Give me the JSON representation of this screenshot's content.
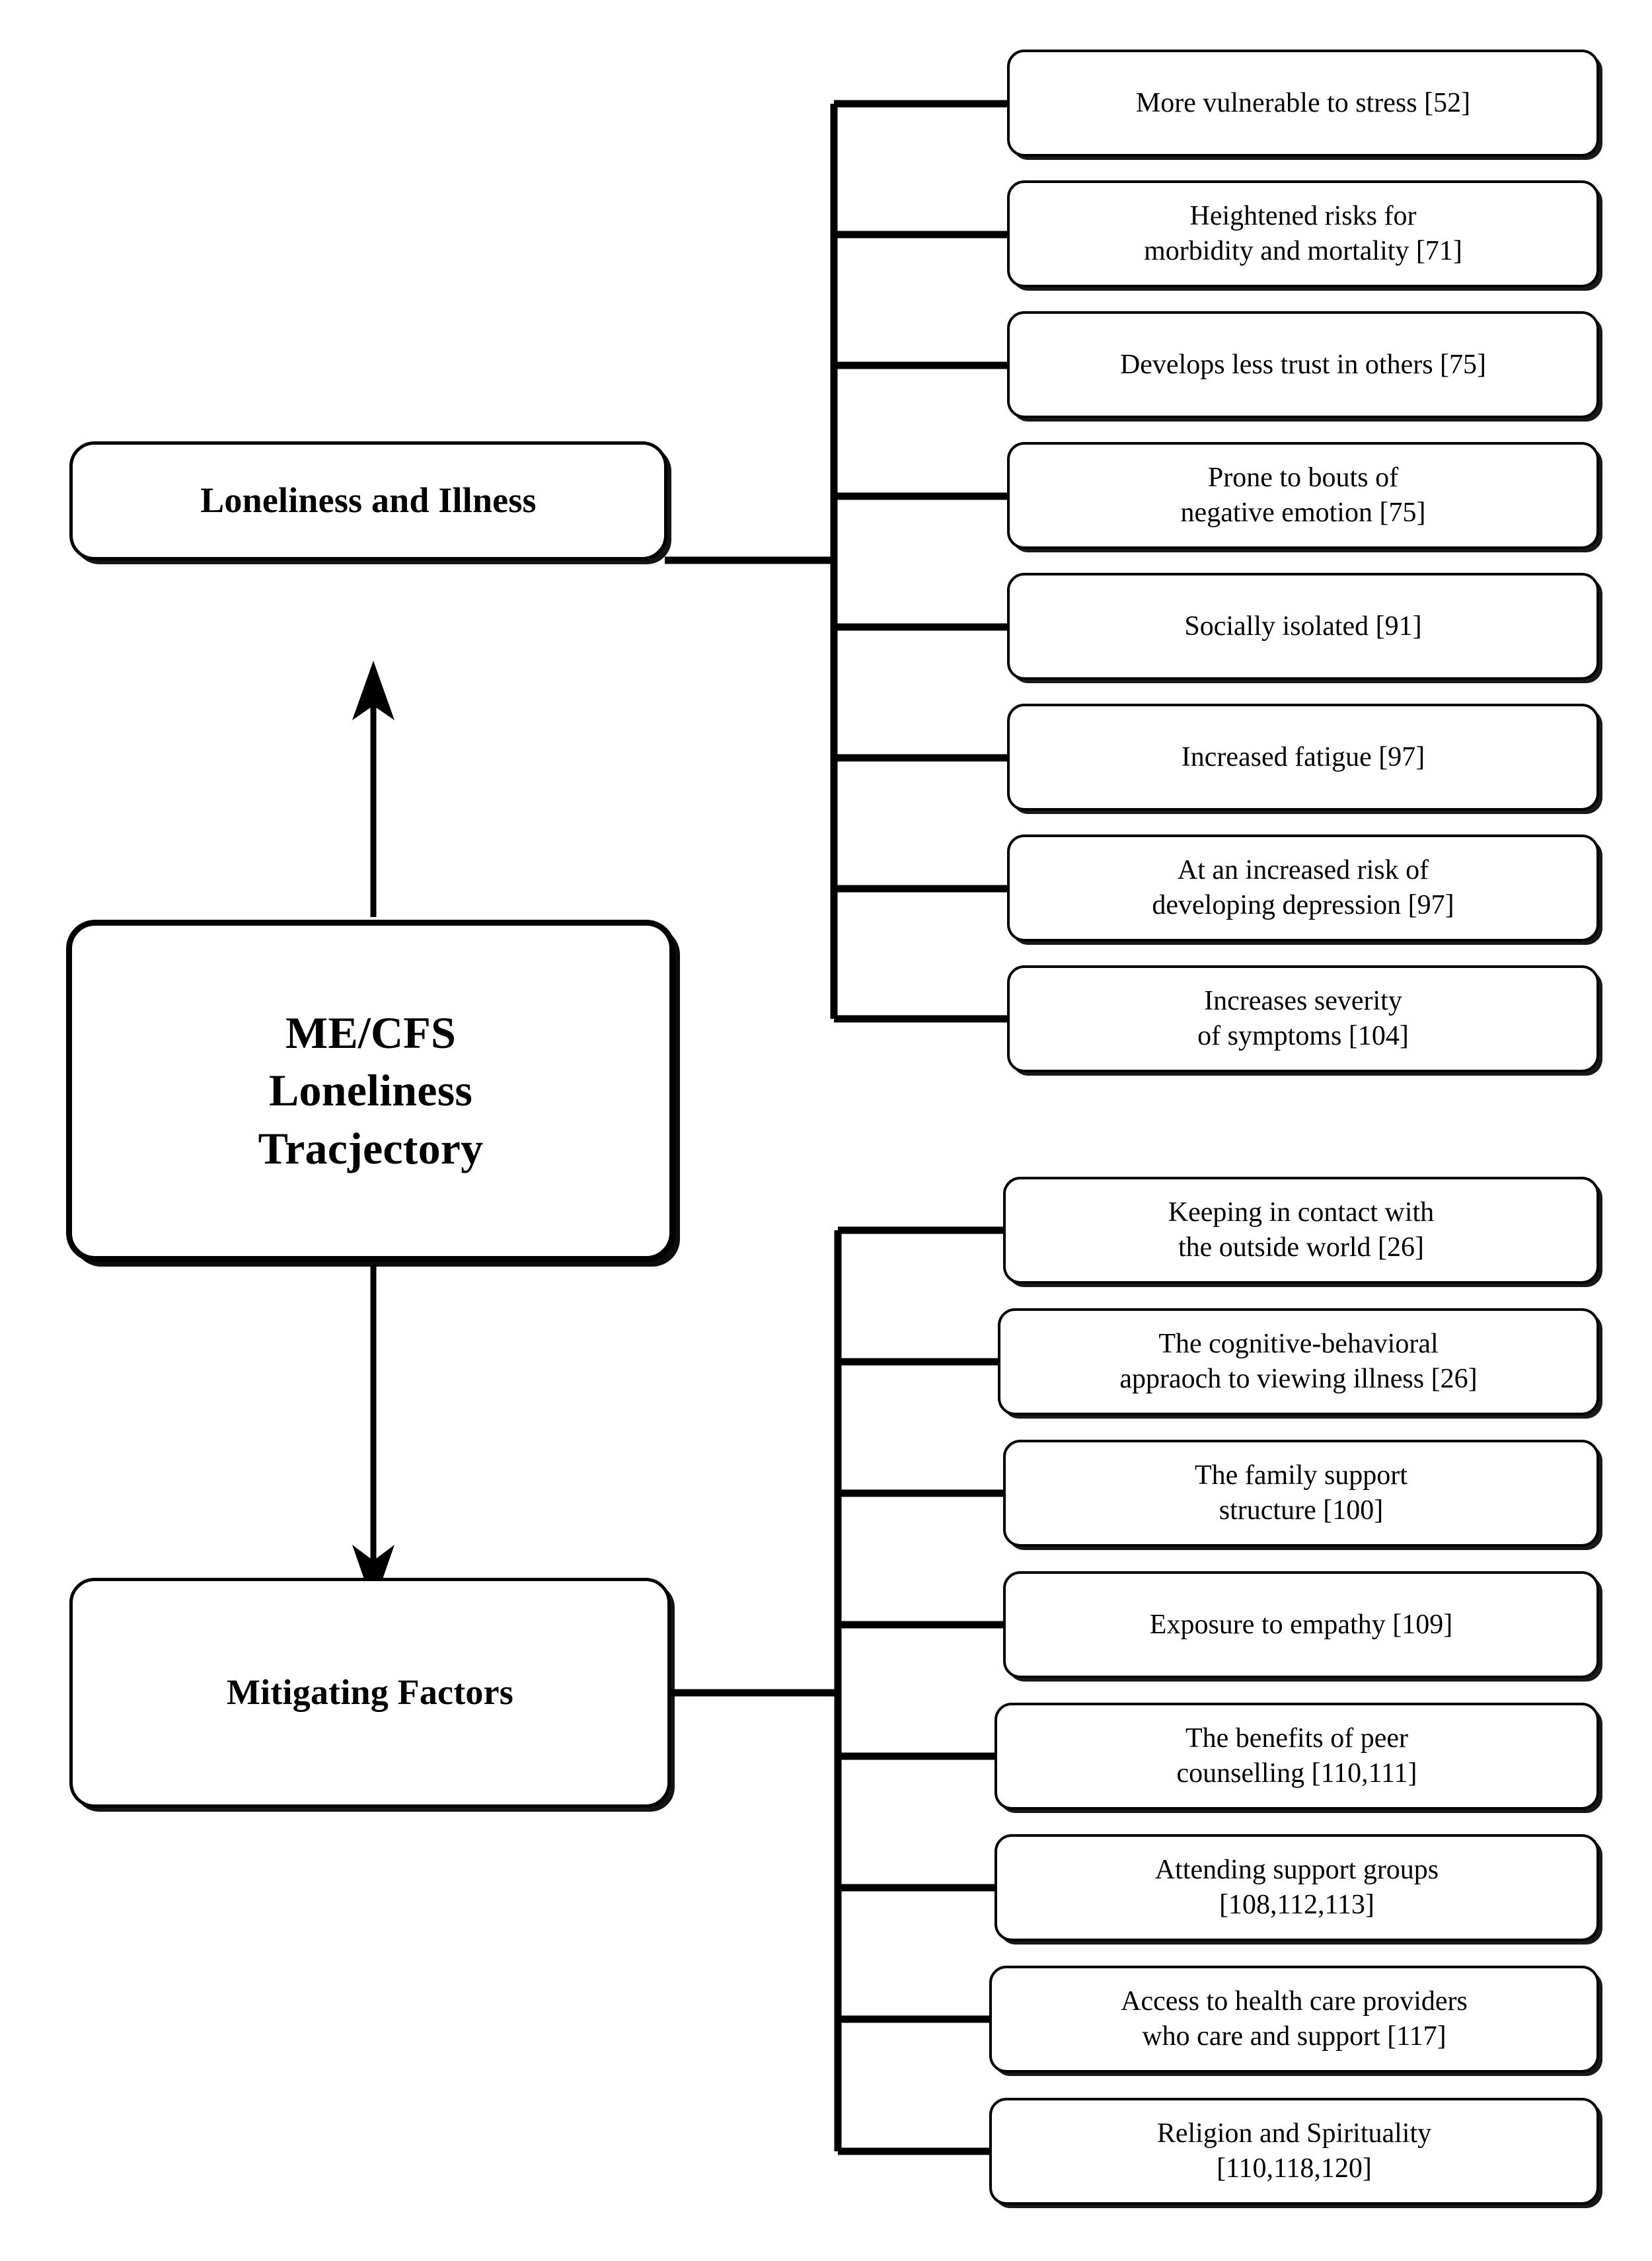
{
  "diagram": {
    "title": "ME/CFS Loneliness Tracjectory",
    "background_color": "#ffffff",
    "line_color": "#000000",
    "text_color": "#000000"
  },
  "nodes": {
    "center": {
      "label": "ME/CFS\nLoneliness\nTracjectory"
    },
    "top": {
      "label": "Loneliness and Illness"
    },
    "bottom": {
      "label": "Mitigating Factors"
    }
  },
  "branches": [
    {
      "parent": "Loneliness and Illness",
      "items": [
        {
          "label": "More vulnerable to stress [52]"
        },
        {
          "label": "Heightened risks for\nmorbidity and mortality [71]"
        },
        {
          "label": "Develops less trust in others [75]"
        },
        {
          "label": "Prone to bouts of\nnegative emotion [75]"
        },
        {
          "label": "Socially isolated [91]"
        },
        {
          "label": "Increased fatigue [97]"
        },
        {
          "label": "At an increased risk of\ndeveloping depression [97]"
        },
        {
          "label": "Increases severity\nof symptoms [104]"
        }
      ]
    },
    {
      "parent": "Mitigating Factors",
      "items": [
        {
          "label": "Keeping in contact with\nthe outside world [26]"
        },
        {
          "label": "The cognitive-behavioral\nappraoch to viewing illness [26]"
        },
        {
          "label": "The family support\nstructure [100]"
        },
        {
          "label": "Exposure to empathy [109]"
        },
        {
          "label": "The benefits of peer\ncounselling [110,111]"
        },
        {
          "label": "Attending support groups\n[108,112,113]"
        },
        {
          "label": "Access to health care providers\nwho care and support [117]"
        },
        {
          "label": "Religion and Spirituality\n[110,118,120]"
        }
      ]
    }
  ]
}
